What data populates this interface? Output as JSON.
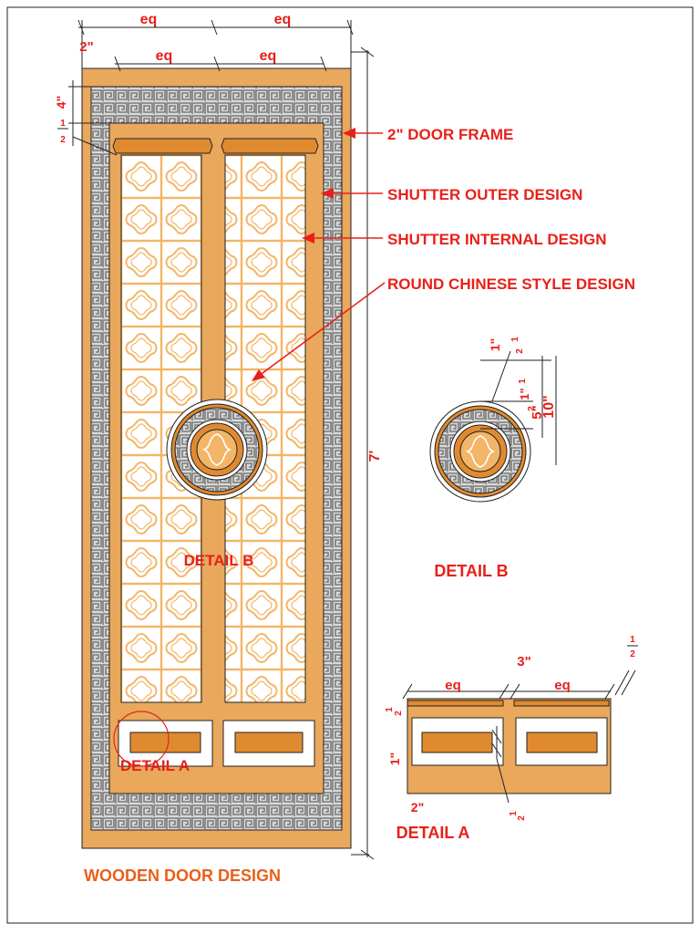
{
  "drawing": {
    "title": "WOODEN DOOR DESIGN",
    "colors": {
      "wood": "#e9a85c",
      "wood_dark": "#e08a30",
      "grille": "#f3b567",
      "panel": "#ffffff",
      "fret": "#7a7a7a",
      "fret_bg": "#d9d9d9",
      "label": "#e8201a",
      "outline": "#222222"
    }
  },
  "door": {
    "dims": {
      "top_eq_left": "eq",
      "top_eq_right": "eq",
      "inner_eq_left": "eq",
      "inner_eq_right": "eq",
      "frame_width": "2\"",
      "top_gap": "4\"",
      "small_gap_a": "1",
      "small_gap_b": "2",
      "height": "7'"
    },
    "callouts": [
      "2\" DOOR FRAME",
      "SHUTTER OUTER DESIGN",
      "SHUTTER INTERNAL DESIGN",
      "ROUND CHINESE STYLE DESIGN"
    ],
    "detail_b_tag": "DETAIL B",
    "detail_a_tag": "DETAIL A"
  },
  "detail_b": {
    "title": "DETAIL B",
    "dims": {
      "outer_ring": "1\"",
      "ring_half_a": "1",
      "ring_half_b": "2",
      "inner_a": "1",
      "inner_b": "1\"",
      "inner_c": "2",
      "inner_dia": "5\"",
      "outer_dia": "10\""
    }
  },
  "detail_a": {
    "title": "DETAIL A",
    "dims": {
      "eq_left": "eq",
      "eq_right": "eq",
      "center": "3\"",
      "top_half_a": "1",
      "top_half_b": "2",
      "left_a": "1",
      "left_b": "2",
      "rail": "1\"",
      "bottom": "2\"",
      "bottom_half_a": "1",
      "bottom_half_b": "2"
    }
  }
}
